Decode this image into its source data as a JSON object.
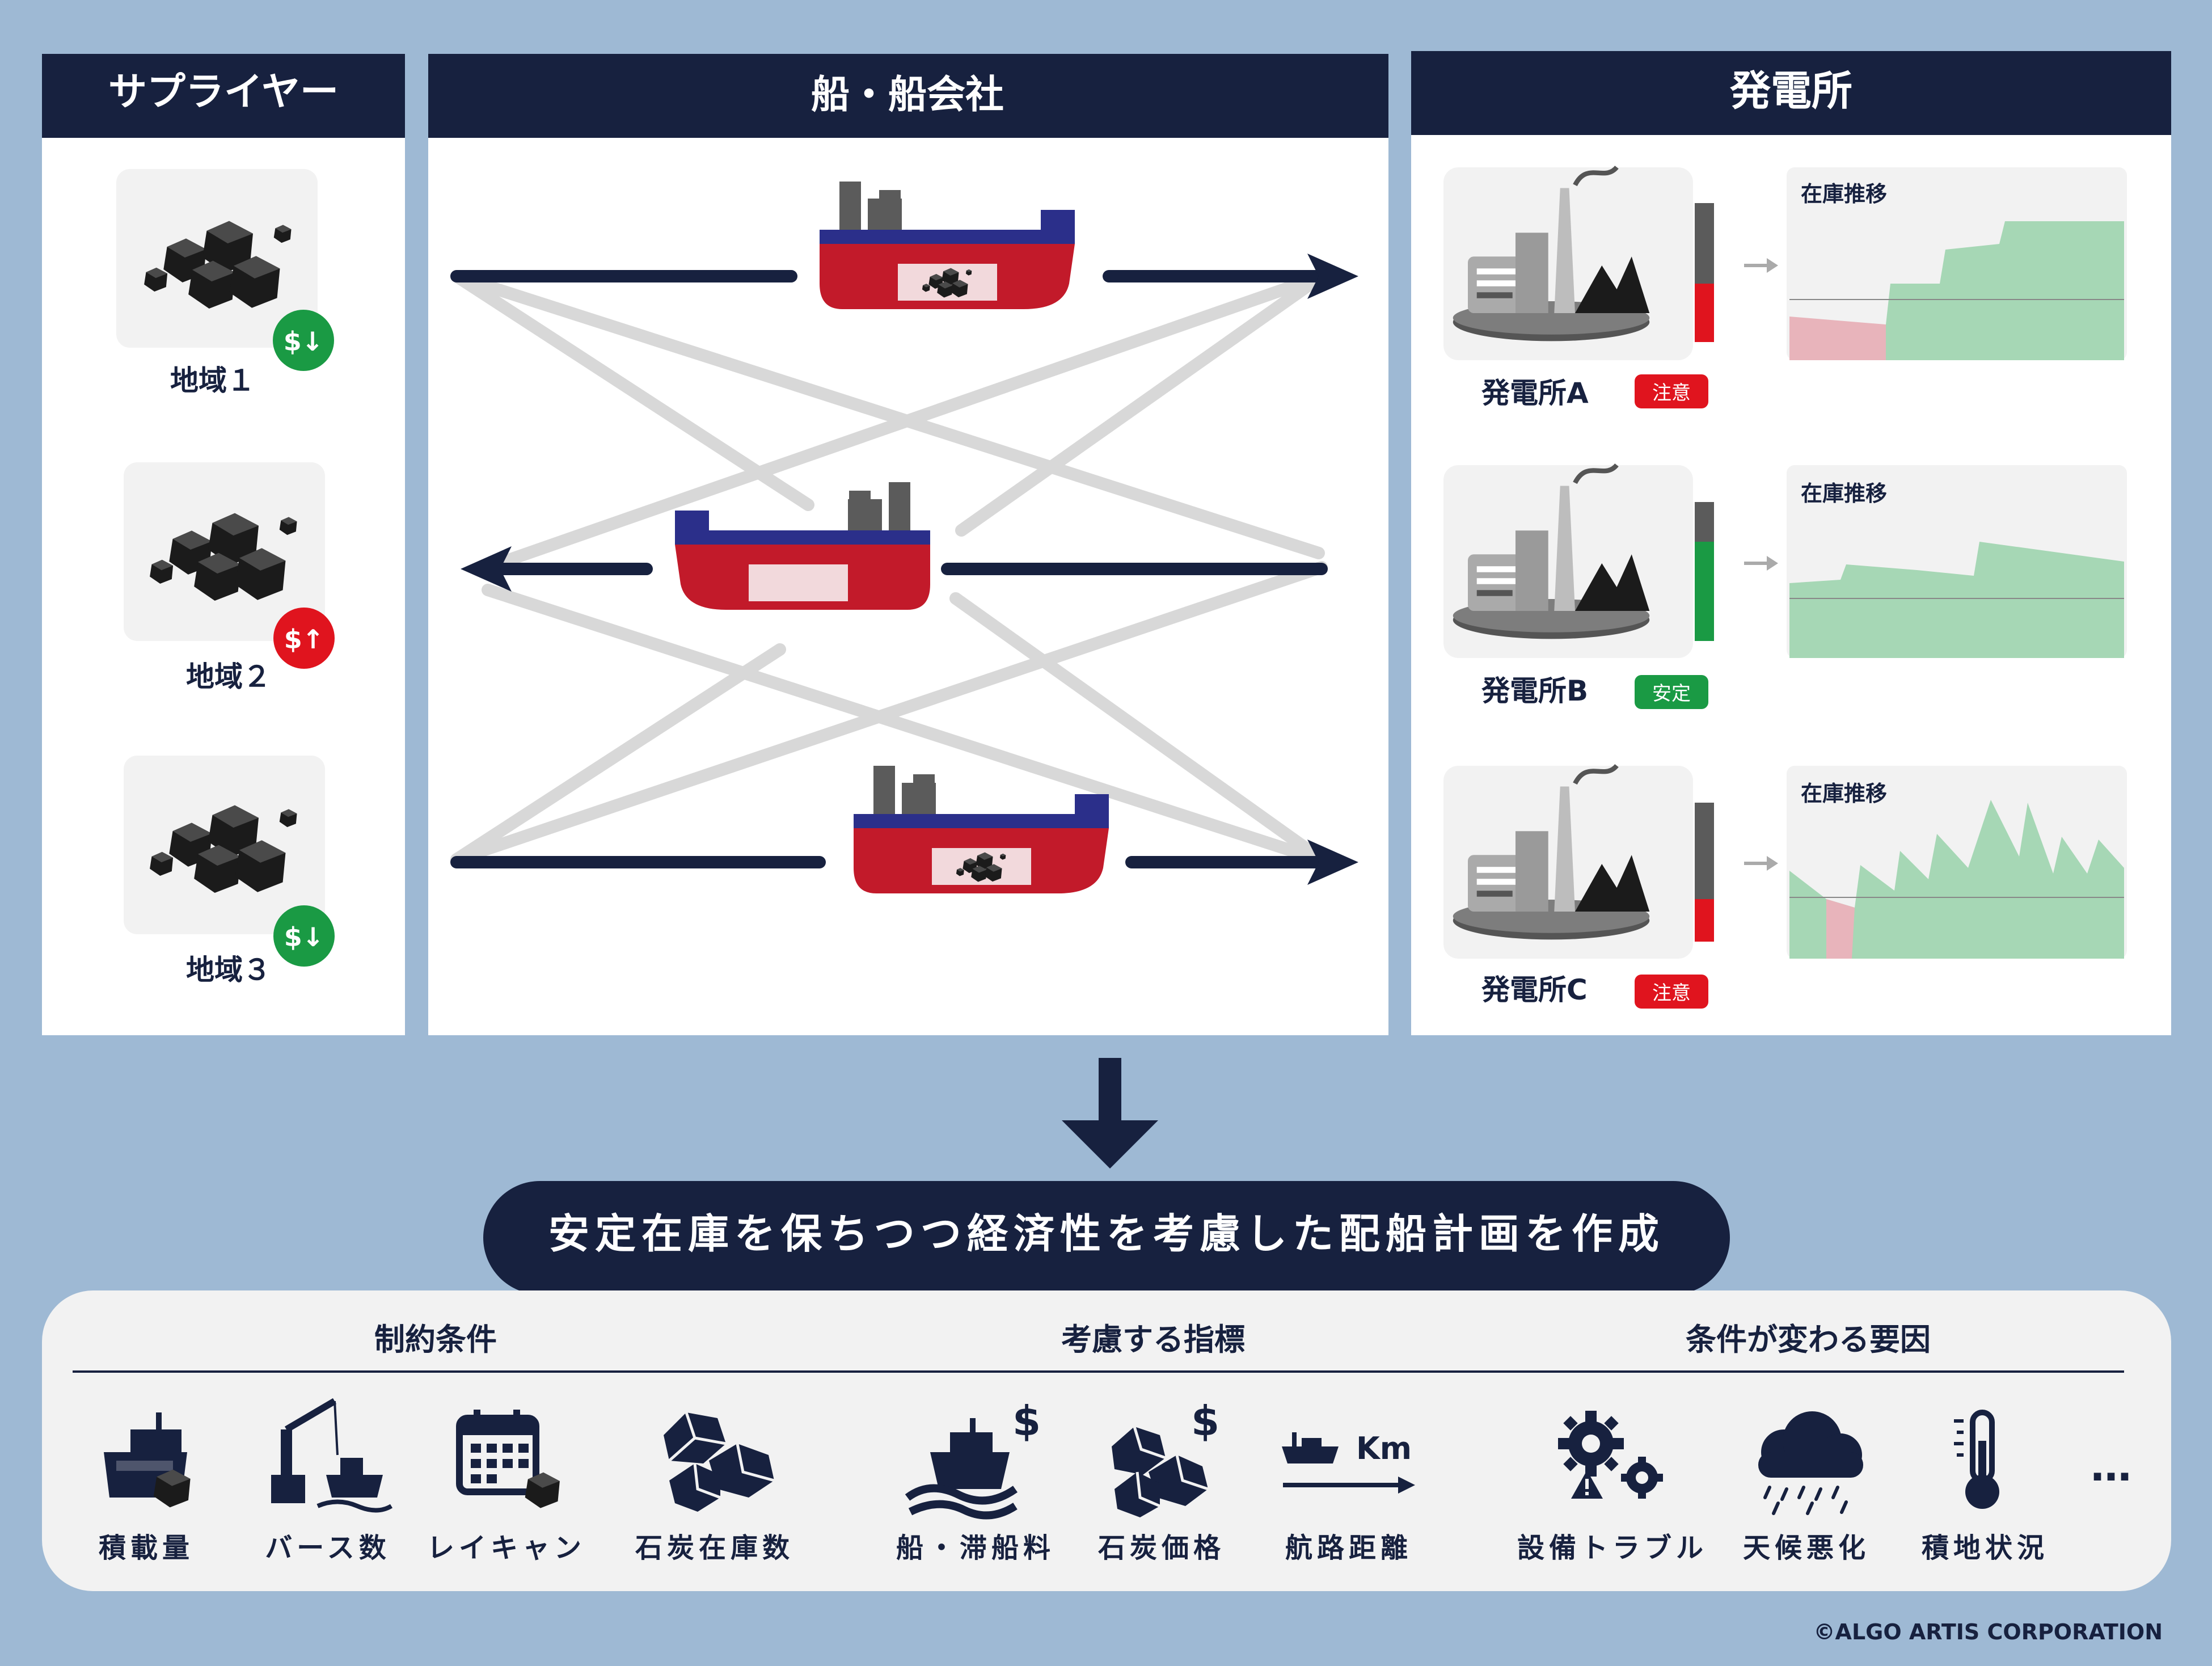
{
  "suppliers": {
    "title": "サプライヤー",
    "regions": [
      {
        "label": "地域１",
        "price_badge": "$↓",
        "badge_color": "#1a9a44"
      },
      {
        "label": "地域２",
        "price_badge": "$↑",
        "badge_color": "#e0141e"
      },
      {
        "label": "地域３",
        "price_badge": "$↓",
        "badge_color": "#1a9a44"
      }
    ]
  },
  "ships": {
    "title": "船・船会社"
  },
  "plants": {
    "title": "発電所",
    "items": [
      {
        "name": "発電所A",
        "status": "注意",
        "status_color": "#e0141e",
        "inventory_level": 0.42,
        "chart_title": "在庫推移"
      },
      {
        "name": "発電所B",
        "status": "安定",
        "status_color": "#1a9a44",
        "inventory_level": 0.72,
        "chart_title": "在庫推移"
      },
      {
        "name": "発電所C",
        "status": "注意",
        "status_color": "#e0141e",
        "inventory_level": 0.3,
        "chart_title": "在庫推移"
      }
    ]
  },
  "plan_banner": "安定在庫を保ちつつ経済性を考慮した配船計画を作成",
  "bottom": {
    "categories": [
      {
        "title": "制約条件",
        "items": [
          {
            "label": "積載量",
            "icon": "ship-cargo-icon"
          },
          {
            "label": "バース数",
            "icon": "berth-crane-icon"
          },
          {
            "label": "レイキャン",
            "icon": "calendar-icon"
          },
          {
            "label": "石炭在庫数",
            "icon": "coal-stock-icon"
          }
        ]
      },
      {
        "title": "考慮する指標",
        "items": [
          {
            "label": "船・滞船料",
            "icon": "ship-cost-icon"
          },
          {
            "label": "石炭価格",
            "icon": "coal-price-icon"
          },
          {
            "label": "航路距離",
            "icon": "route-distance-icon",
            "unit": "Km"
          }
        ]
      },
      {
        "title": "条件が変わる要因",
        "items": [
          {
            "label": "設備トラブル",
            "icon": "gear-warning-icon"
          },
          {
            "label": "天候悪化",
            "icon": "rain-cloud-icon"
          },
          {
            "label": "積地状況",
            "icon": "thermometer-icon"
          },
          {
            "label": "…",
            "icon": "ellipsis-icon"
          }
        ]
      }
    ]
  },
  "copyright": "©ALGO ARTIS CORPORATION",
  "colors": {
    "navy": "#17213f",
    "background": "#9eb9d4",
    "ship_red": "#c21a2a",
    "ship_blue": "#2b2f8a",
    "chart_green": "#a6d7b5",
    "chart_red": "#e8b4bb",
    "route_gray": "#d8d8d8"
  }
}
